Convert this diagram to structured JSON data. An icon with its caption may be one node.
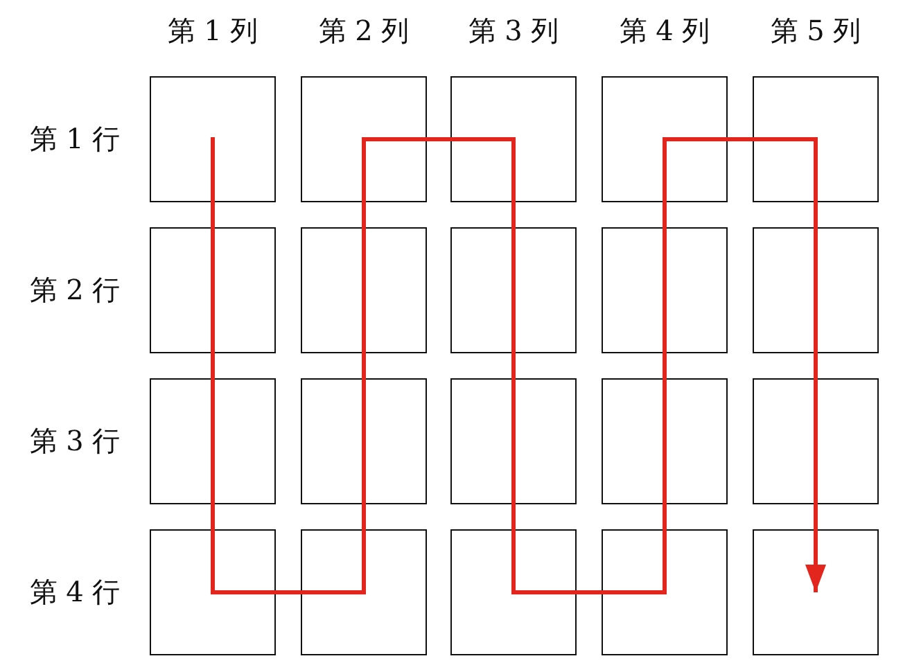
{
  "diagram": {
    "nodes": [
      {
        "text": [],
        "shape": "box"
      },
      {
        "text": [],
        "shape": "box"
      },
      {
        "text": [],
        "shape": "box"
      },
      {
        "text": [],
        "shape": "box"
      },
      {
        "text": [],
        "shape": "box"
      },
      {
        "text": [],
        "shape": "box"
      },
      {
        "text": [],
        "shape": "box"
      },
      {
        "text": [],
        "shape": "box"
      },
      {
        "text": [],
        "shape": "box"
      },
      {
        "text": [],
        "shape": "box"
      },
      {
        "text": [],
        "shape": "box"
      },
      {
        "text": [],
        "shape": "box"
      },
      {
        "text": [],
        "shape": "box"
      },
      {
        "text": [],
        "shape": "box"
      },
      {
        "text": [],
        "shape": "box"
      },
      {
        "text": [],
        "shape": "box"
      },
      {
        "text": [],
        "shape": "box"
      },
      {
        "text": [],
        "shape": "box"
      },
      {
        "text": [],
        "shape": "box"
      },
      {
        "text": [],
        "shape": "box"
      }
    ],
    "edges": [
      {
        "from": 0,
        "to": 5,
        "arrow": "none",
        "color": "#e3261d"
      },
      {
        "from": 5,
        "to": 10,
        "arrow": "none",
        "color": "#e3261d"
      },
      {
        "from": 10,
        "to": 15,
        "arrow": "none",
        "color": "#e3261d"
      },
      {
        "from": 15,
        "to": 16,
        "arrow": "none",
        "color": "#e3261d"
      },
      {
        "from": 16,
        "to": 11,
        "arrow": "none",
        "color": "#e3261d"
      },
      {
        "from": 11,
        "to": 6,
        "arrow": "none",
        "color": "#e3261d"
      },
      {
        "from": 6,
        "to": 1,
        "arrow": "none",
        "color": "#e3261d"
      },
      {
        "from": 1,
        "to": 2,
        "arrow": "none",
        "color": "#e3261d"
      },
      {
        "from": 2,
        "to": 7,
        "arrow": "none",
        "color": "#e3261d"
      },
      {
        "from": 7,
        "to": 12,
        "arrow": "none",
        "color": "#e3261d"
      },
      {
        "from": 12,
        "to": 17,
        "arrow": "none",
        "color": "#e3261d"
      },
      {
        "from": 17,
        "to": 18,
        "arrow": "none",
        "color": "#e3261d"
      },
      {
        "from": 18,
        "to": 13,
        "arrow": "none",
        "color": "#e3261d"
      },
      {
        "from": 13,
        "to": 8,
        "arrow": "none",
        "color": "#e3261d"
      },
      {
        "from": 8,
        "to": 3,
        "arrow": "none",
        "color": "#e3261d"
      },
      {
        "from": 3,
        "to": 4,
        "arrow": "none",
        "color": "#e3261d"
      },
      {
        "from": 4,
        "to": 9,
        "arrow": "none",
        "color": "#e3261d"
      },
      {
        "from": 9,
        "to": 14,
        "arrow": "none",
        "color": "#e3261d"
      },
      {
        "from": 14,
        "to": 19,
        "arrow": "to",
        "color": "#e3261d"
      }
    ],
    "labels": [
      "第 1 列",
      "第 2 列",
      "第 3 列",
      "第 4 列",
      "第 5 列",
      "第 1 行",
      "第 2 行",
      "第 3 行",
      "第 4 行"
    ]
  }
}
